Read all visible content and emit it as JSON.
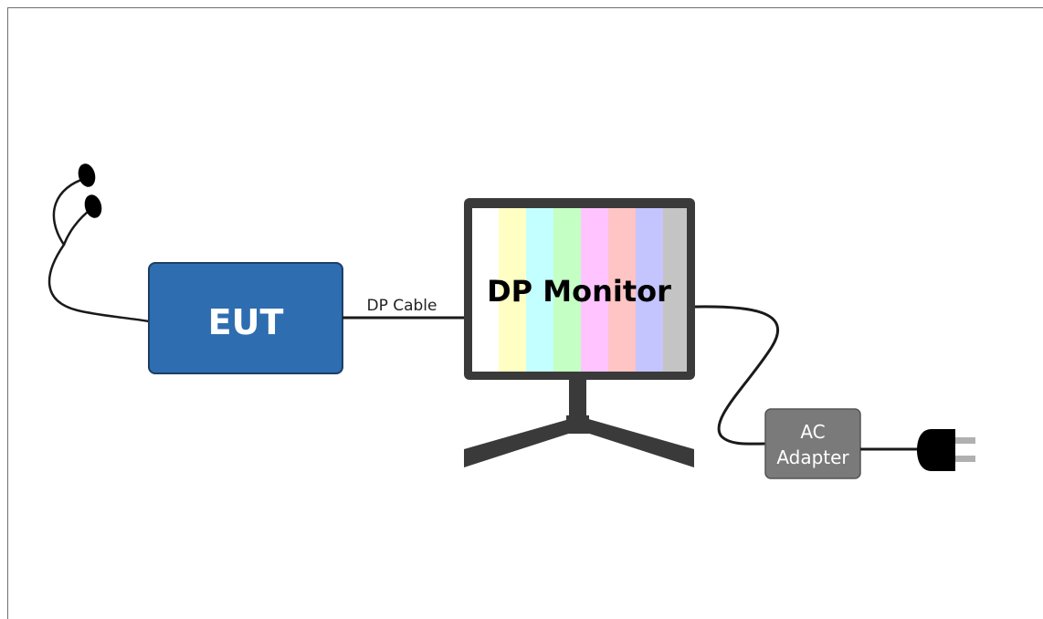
{
  "diagram": {
    "eut_label": "EUT",
    "monitor_label": "DP Monitor",
    "cable_label": "DP Cable",
    "adapter_label_line1": "AC",
    "adapter_label_line2": "Adapter",
    "colors": {
      "eut_fill": "#2e6db0",
      "eut_border": "#1b3e66",
      "monitor_frame": "#3a3a3a",
      "adapter_fill": "#7a7a7a",
      "line": "#1a1a1a",
      "bars": [
        "#ffffff",
        "#ffffc4",
        "#c4ffff",
        "#c4ffc4",
        "#ffc4ff",
        "#ffc4c4",
        "#c4c4ff",
        "#c4c4c4"
      ]
    },
    "icons": [
      "earphones-icon",
      "power-plug-icon"
    ]
  }
}
